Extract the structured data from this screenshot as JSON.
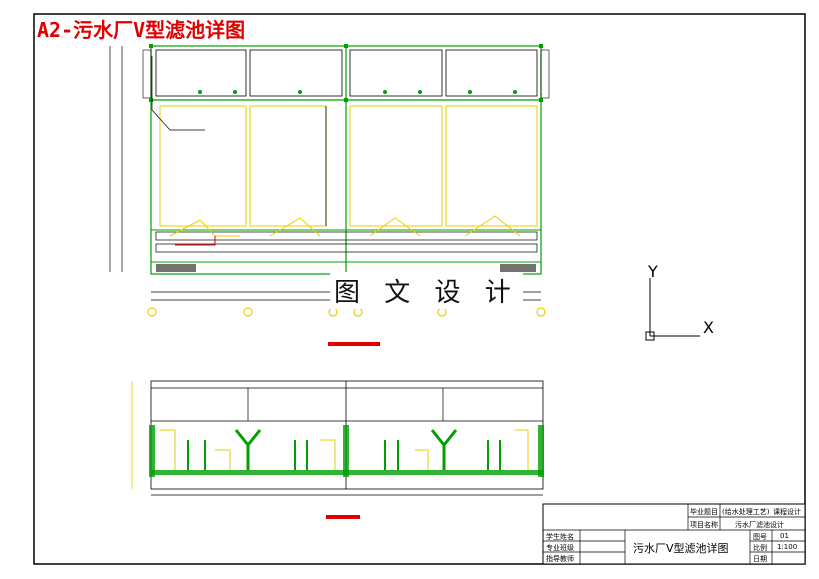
{
  "sheet_title": "A2-污水厂V型滤池详图",
  "watermark_text": "图 文 设 计",
  "axis": {
    "y": "Y",
    "x": "X"
  },
  "title_block": {
    "drawing_name": "污水厂V型滤池详图",
    "rows_left": [
      "学生姓名",
      "专业班级",
      "指导教师"
    ],
    "top_right": {
      "project_label": "毕业题目",
      "project_value": "(给水处理工艺)",
      "design_label": "课程设计",
      "item_label": "项目名称",
      "item_value": "污水厂滤池设计"
    },
    "fields": [
      {
        "label": "图号",
        "value": "01"
      },
      {
        "label": "比例",
        "value": "1:100"
      },
      {
        "label": "日期",
        "value": ""
      }
    ]
  },
  "colors": {
    "green": "#00a000",
    "yellow": "#e6d200",
    "red": "#e00000",
    "black": "#000000"
  }
}
